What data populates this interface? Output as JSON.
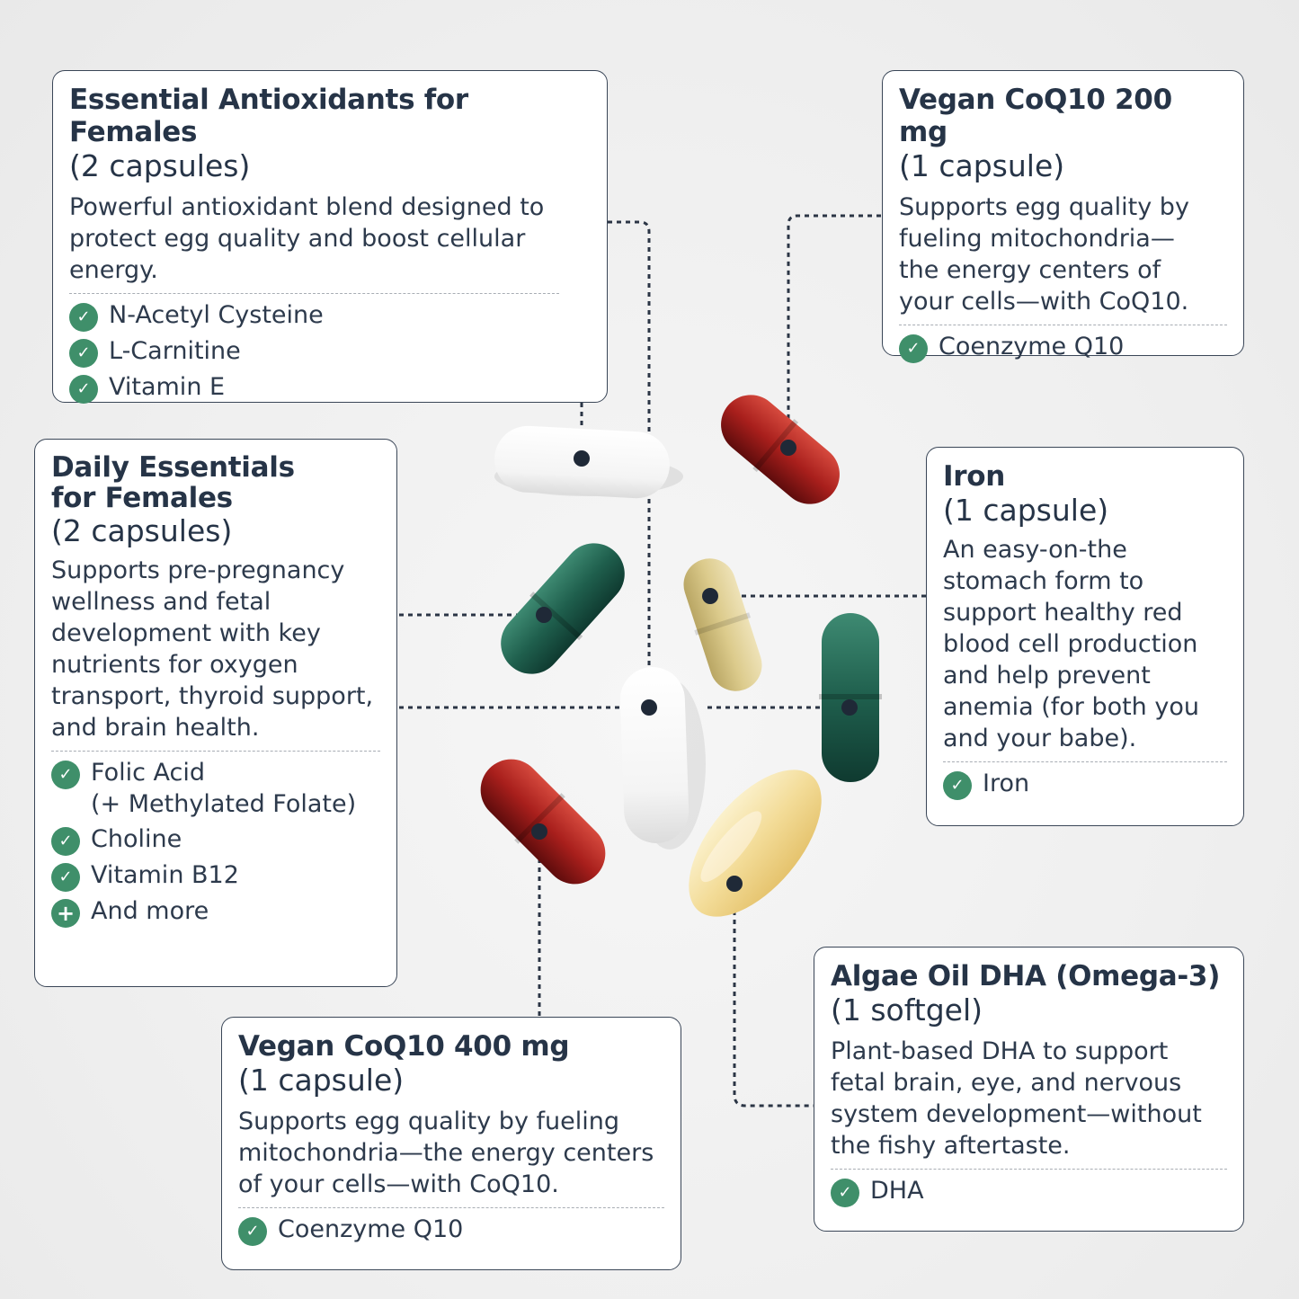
{
  "cards": {
    "antioxidants": {
      "title": "Essential Antioxidants for Females",
      "qty": "(2 capsules)",
      "desc": "Powerful antioxidant blend designed to protect egg quality and boost cellular energy.",
      "items": [
        "N-Acetyl Cysteine",
        "L-Carnitine",
        "Vitamin E"
      ]
    },
    "coq10_200": {
      "title": "Vegan CoQ10 200 mg",
      "qty": "(1 capsule)",
      "desc": "Supports egg quality by fueling mitochondria—the energy centers of your cells—with CoQ10.",
      "items": [
        "Coenzyme Q10"
      ]
    },
    "daily": {
      "title_line1": "Daily Essentials",
      "title_line2": "for Females",
      "qty": "(2 capsules)",
      "desc": "Supports pre-pregnancy wellness and fetal development with key nutrients for oxygen transport, thyroid support, and brain health.",
      "items": [
        "Folic Acid",
        "(+ Methylated Folate)",
        "Choline",
        "Vitamin B12",
        "And more"
      ]
    },
    "iron": {
      "title": "Iron",
      "qty": "(1 capsule)",
      "desc": "An easy-on-the stomach form to support healthy red blood cell production and help prevent anemia (for both you and your babe).",
      "items": [
        "Iron"
      ]
    },
    "coq10_400": {
      "title": "Vegan CoQ10 400 mg",
      "qty": "(1 capsule)",
      "desc": "Supports egg quality by fueling mitochondria—the energy centers of your cells—with CoQ10.",
      "items": [
        "Coenzyme Q10"
      ]
    },
    "dha": {
      "title": "Algae Oil DHA (Omega-3)",
      "qty": "(1 softgel)",
      "desc": "Plant-based DHA to support fetal brain, eye, and nervous system development—without the fishy aftertaste.",
      "items": [
        "DHA"
      ]
    }
  },
  "icons": {
    "check": "check-circle-icon",
    "plus": "plus-circle-icon"
  },
  "colors": {
    "accent_green": "#3f8f6a",
    "text": "#263447",
    "border": "#3a4657"
  }
}
